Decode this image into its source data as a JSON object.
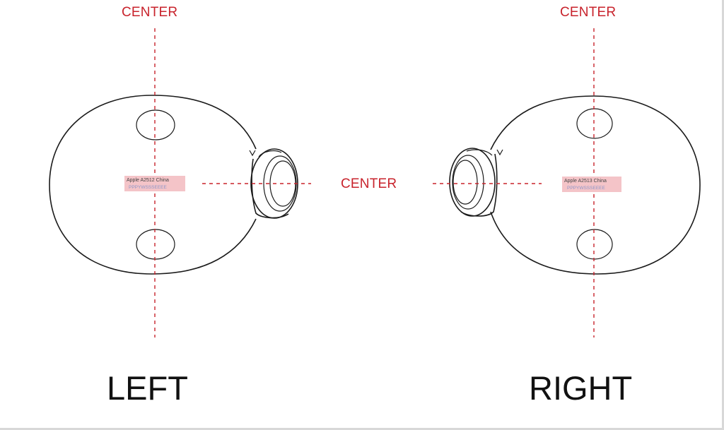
{
  "labels": {
    "center_top_left": "CENTER",
    "center_top_right": "CENTER",
    "center_middle": "CENTER",
    "left": "LEFT",
    "right": "RIGHT"
  },
  "left_unit": {
    "model_text": "Apple A2512 China",
    "serial_text": "PPPYWSSSEEEE"
  },
  "right_unit": {
    "model_text": "Apple A2513 China",
    "serial_text": "PPPYWSSSEEEE"
  },
  "colors": {
    "guide_red": "#c8232c",
    "outline": "#1a1a1a",
    "label_highlight": "#f4c4c8"
  }
}
